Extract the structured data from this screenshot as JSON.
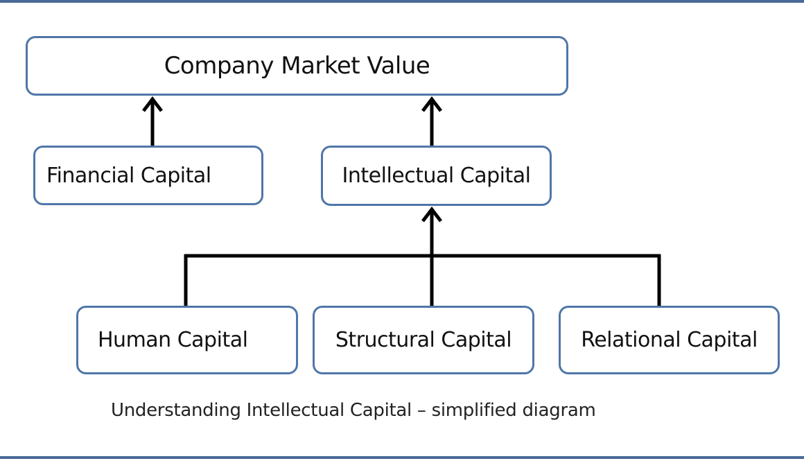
{
  "diagram": {
    "nodes": {
      "company_market_value": "Company Market Value",
      "financial_capital": "Financial Capital",
      "intellectual_capital": "Intellectual Capital",
      "human_capital": "Human Capital",
      "structural_capital": "Structural Capital",
      "relational_capital": "Relational Capital"
    },
    "edges": [
      {
        "from": "financial_capital",
        "to": "company_market_value"
      },
      {
        "from": "intellectual_capital",
        "to": "company_market_value"
      },
      {
        "from": "human_capital",
        "to": "intellectual_capital"
      },
      {
        "from": "structural_capital",
        "to": "intellectual_capital"
      },
      {
        "from": "relational_capital",
        "to": "intellectual_capital"
      }
    ],
    "caption": "Understanding Intellectual Capital – simplified diagram",
    "colors": {
      "border": "#4f76a8",
      "rule": "#4a6a98",
      "connector": "#000000"
    }
  }
}
